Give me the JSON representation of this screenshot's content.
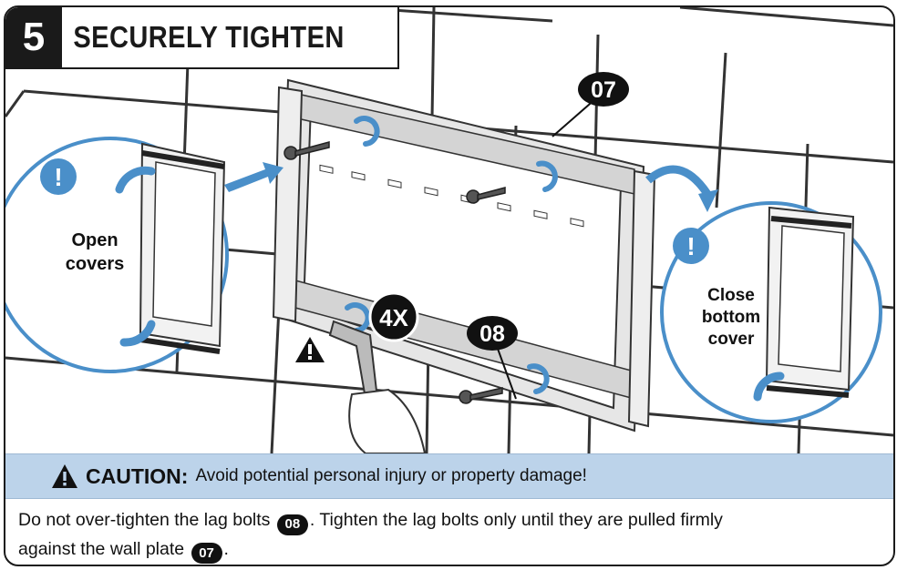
{
  "step": {
    "number": "5",
    "title": "SECURELY TIGHTEN"
  },
  "callouts": {
    "top_part": "07",
    "bottom_part": "08",
    "multiplier": "4X"
  },
  "left_circle": {
    "line1": "Open",
    "line2": "covers"
  },
  "right_circle": {
    "line1": "Close",
    "line2": "bottom",
    "line3": "cover"
  },
  "caution": {
    "label": "CAUTION:",
    "text": "Avoid potential personal injury or property damage!"
  },
  "instructions": {
    "part1": "Do not over-tighten the lag bolts",
    "badge1": "08",
    "part2": ". Tighten the lag bolts only until they are pulled firmly",
    "part3": "against the wall plate",
    "badge2": "07",
    "part4": "."
  },
  "colors": {
    "accent_blue": "#4a8fc9",
    "caution_bar": "#bcd3ea",
    "dark": "#1a1a1a"
  }
}
